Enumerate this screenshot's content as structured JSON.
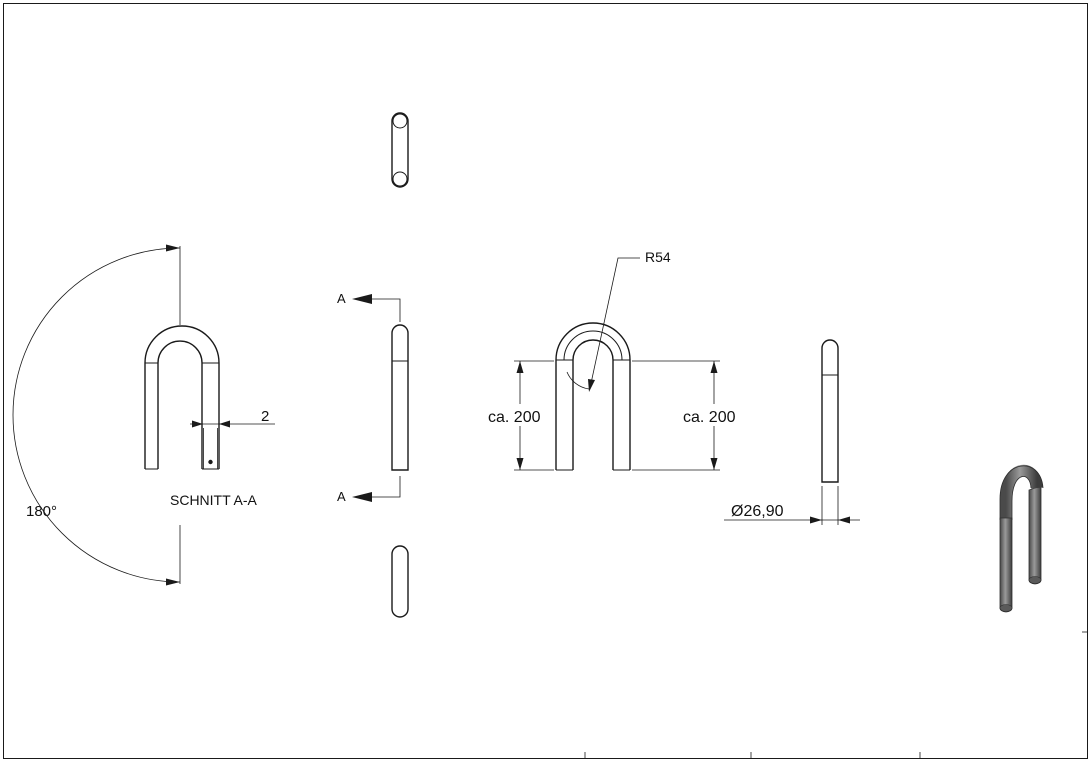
{
  "labels": {
    "angle": "180°",
    "section_title": "SCHNITT A-A",
    "wall_thickness": "2",
    "section_marker_top": "A",
    "section_marker_bottom": "A",
    "radius": "R54",
    "height_left": "ca. 200",
    "height_right": "ca. 200",
    "diameter": "Ø26,90"
  },
  "colors": {
    "line": "#1a1a1a",
    "render_metal": "#6e6e6e"
  }
}
